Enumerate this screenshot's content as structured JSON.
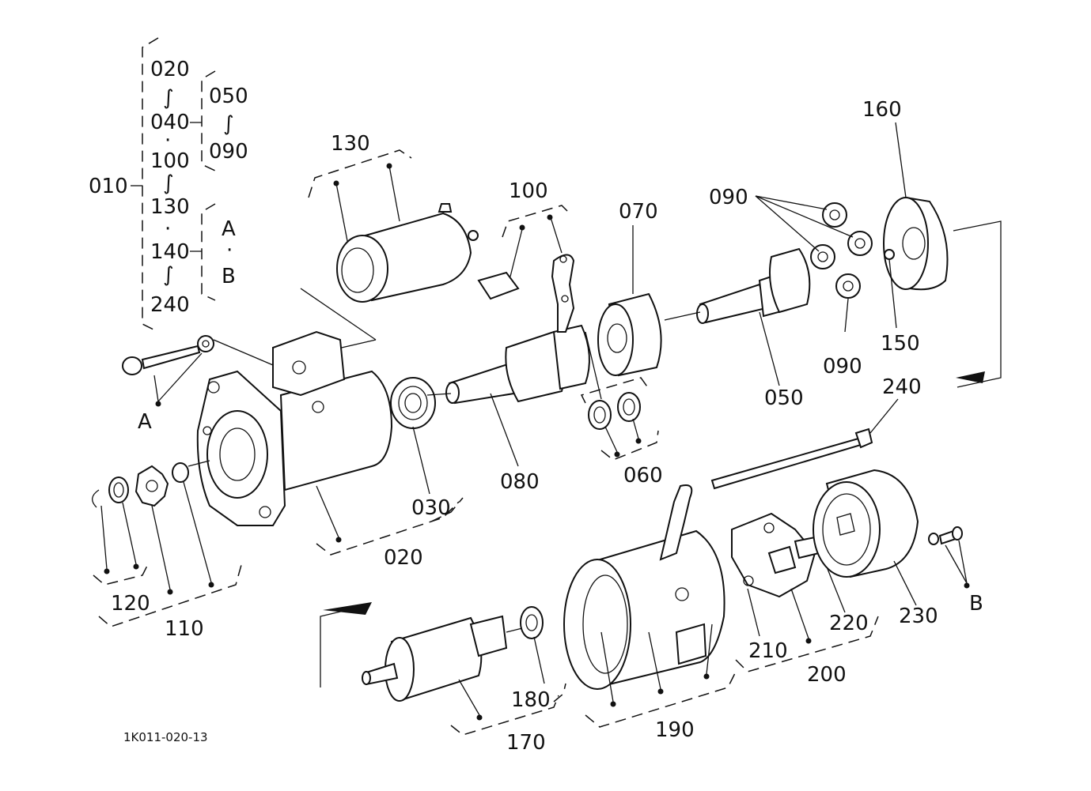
{
  "tree": {
    "root": "010",
    "group_a": [
      "020",
      "∫",
      "040",
      "·",
      "100",
      "∫",
      "130",
      "·",
      "140",
      "∫",
      "240"
    ],
    "group_b": [
      "050",
      "∫",
      "090"
    ],
    "group_c": [
      "A",
      "·",
      "B"
    ]
  },
  "callouts": {
    "p130": "130",
    "p100": "100",
    "p070": "070",
    "p090a": "090",
    "p160": "160",
    "p150": "150",
    "p090b": "090",
    "p050": "050",
    "p240": "240",
    "p080": "080",
    "p060": "060",
    "p030": "030",
    "p020": "020",
    "pA": "A",
    "p120": "120",
    "p110": "110",
    "p170": "170",
    "p180": "180",
    "p190": "190",
    "p210": "210",
    "p200": "200",
    "p220": "220",
    "p230": "230",
    "pB": "B"
  },
  "figure_id": "1K011-020-13"
}
